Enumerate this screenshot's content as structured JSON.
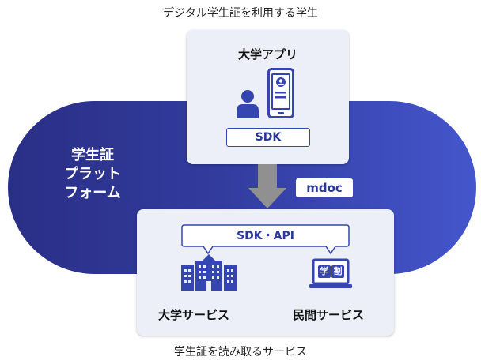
{
  "captions": {
    "top": "デジタル学生証を利用する学生",
    "bottom": "学生証を読み取るサービス"
  },
  "platform": {
    "lines": [
      "学生証",
      "プラット",
      "フォーム"
    ]
  },
  "app_card": {
    "title": "大学アプリ",
    "sdk_label": "SDK"
  },
  "transfer": {
    "format_label": "mdoc"
  },
  "service_card": {
    "api_label": "SDK・API",
    "university_service": "大学サービス",
    "private_service": "民間サービス",
    "screen_glyphs": [
      "学",
      "割"
    ]
  },
  "colors": {
    "platform_dark": "#2a2f86",
    "platform_light": "#4456cc",
    "icon_blue": "#3546b0",
    "card_bg": "#eceff7",
    "arrow_gray": "#909090"
  },
  "icons": [
    "person-icon",
    "smartphone-icon",
    "university-buildings-icon",
    "laptop-icon"
  ]
}
